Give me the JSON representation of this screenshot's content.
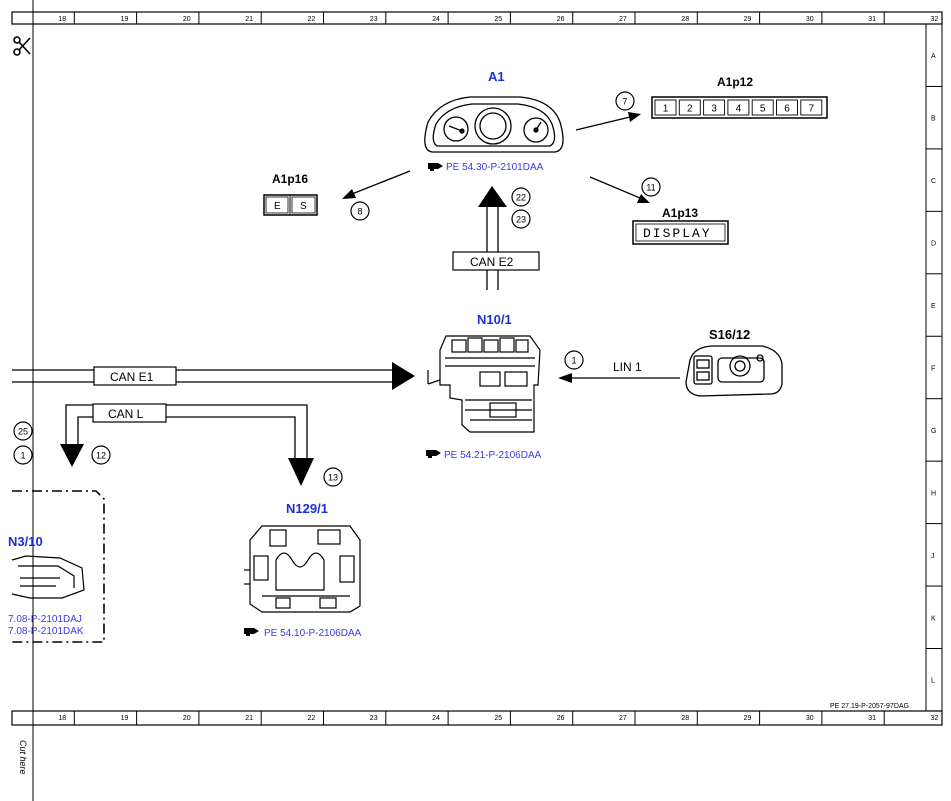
{
  "ruler": {
    "top_numbers": [
      "18",
      "19",
      "20",
      "21",
      "22",
      "23",
      "24",
      "25",
      "26",
      "27",
      "28",
      "29",
      "30",
      "31",
      "32"
    ],
    "bottom_numbers": [
      "18",
      "19",
      "20",
      "21",
      "22",
      "23",
      "24",
      "25",
      "26",
      "27",
      "28",
      "29",
      "30",
      "31",
      "32"
    ],
    "side_letters": [
      "A",
      "B",
      "C",
      "D",
      "E",
      "F",
      "G",
      "H",
      "J",
      "K",
      "L"
    ]
  },
  "components": {
    "a1": {
      "name": "A1",
      "ref": "PE 54.30-P-2101DAA"
    },
    "a1p12": {
      "name": "A1p12",
      "pins": [
        "1",
        "2",
        "3",
        "4",
        "5",
        "6",
        "7"
      ]
    },
    "a1p16": {
      "name": "A1p16",
      "pins": [
        "E",
        "S"
      ]
    },
    "a1p13": {
      "name": "A1p13",
      "display": "DISPLAY"
    },
    "n10_1": {
      "name": "N10/1",
      "ref": "PE 54.21-P-2106DAA"
    },
    "s16_12": {
      "name": "S16/12"
    },
    "n129_1": {
      "name": "N129/1",
      "ref": "PE 54.10-P-2106DAA"
    },
    "n3_10": {
      "name": "N3/10",
      "refs": [
        "7.08-P-2101DAJ",
        "7.08-P-2101DAK"
      ]
    }
  },
  "buses": {
    "can_e1": "CAN E1",
    "can_e2": "CAN E2",
    "can_l": "CAN L",
    "lin_1": "LIN 1"
  },
  "callouts": {
    "c7": "7",
    "c8": "8",
    "c11": "11",
    "c22": "22",
    "c23": "23",
    "c1_lin": "1",
    "c25": "25",
    "c1_left": "1",
    "c12": "12",
    "c13": "13"
  },
  "stamp": "PE 27.19-P-2057-97DAG",
  "cut_text": "Cut here",
  "icons": {
    "scissors": "scissors-icon",
    "reference": "book-pointer-icon"
  }
}
